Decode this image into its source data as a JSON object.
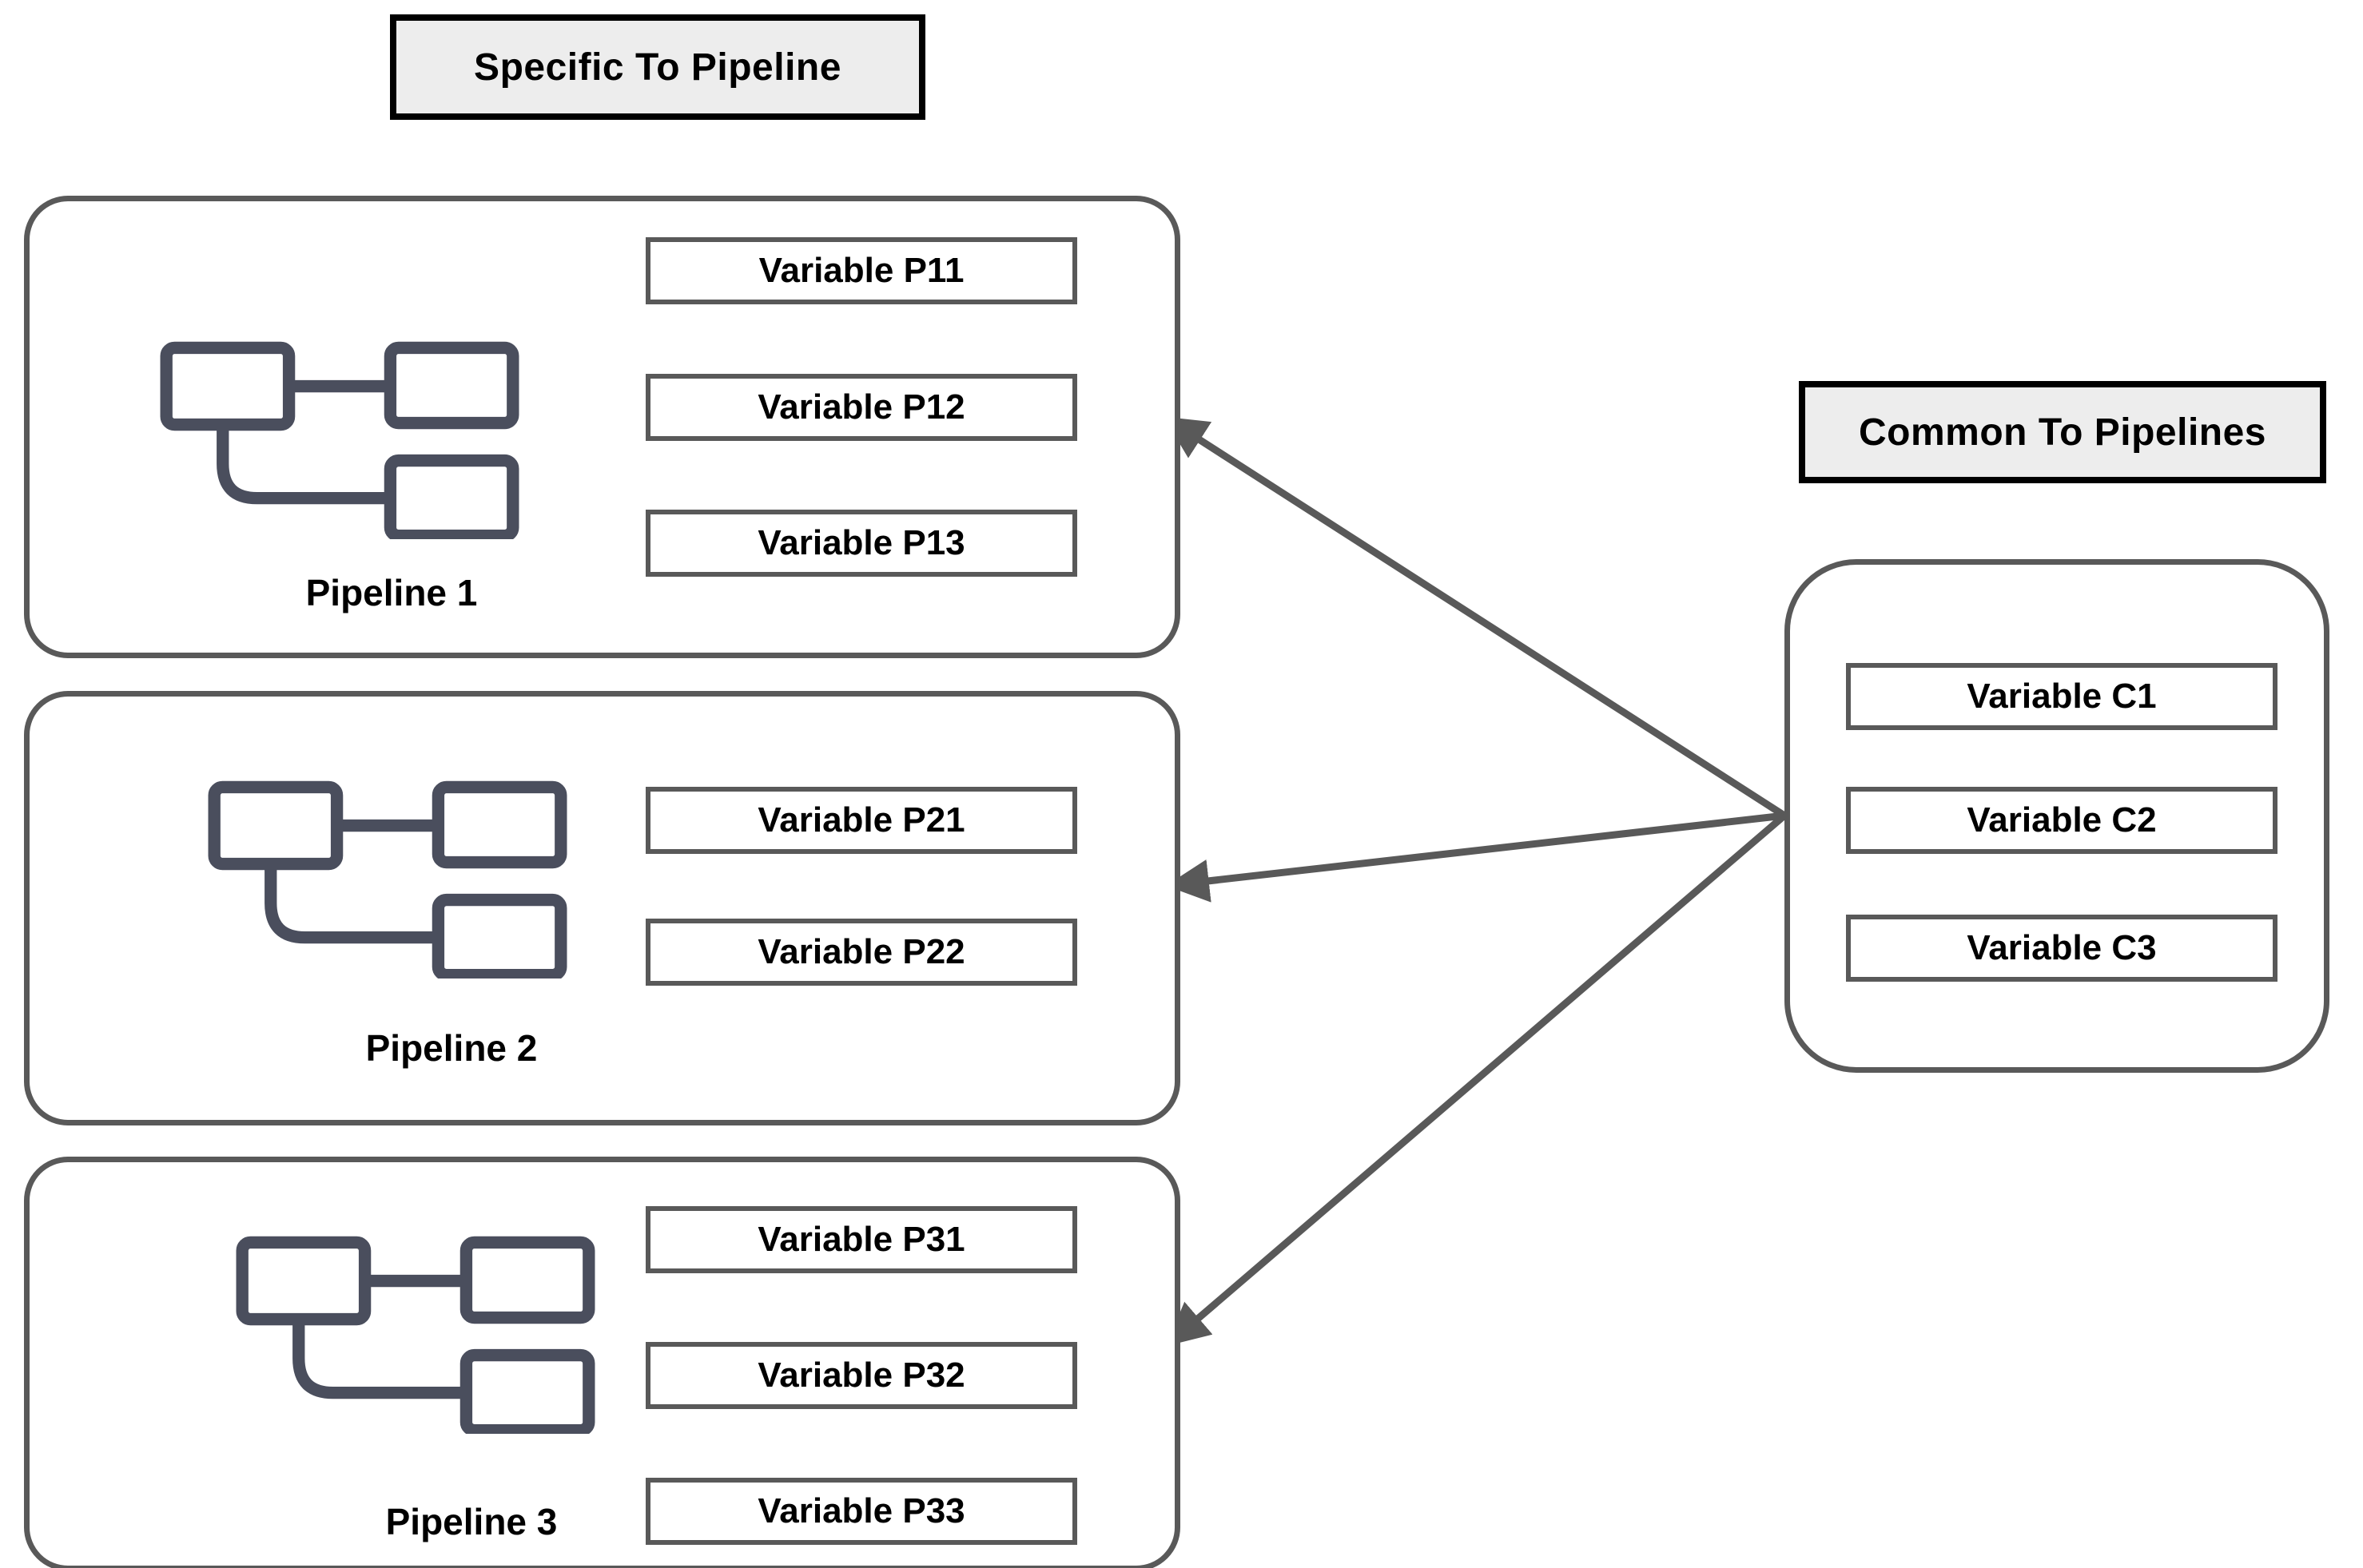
{
  "diagram": {
    "specific_header": "Specific To Pipeline",
    "common_header": "Common To Pipelines",
    "pipelines": [
      {
        "label": "Pipeline 1",
        "variables": [
          "Variable P11",
          "Variable P12",
          "Variable P13"
        ]
      },
      {
        "label": "Pipeline 2",
        "variables": [
          "Variable P21",
          "Variable P22"
        ]
      },
      {
        "label": "Pipeline 3",
        "variables": [
          "Variable P31",
          "Variable P32",
          "Variable P33"
        ]
      }
    ],
    "common": {
      "variables": [
        "Variable C1",
        "Variable C2",
        "Variable C3"
      ]
    },
    "icons": {
      "pipeline_icon": "flowchart-icon",
      "arrowhead": "arrowhead-icon"
    },
    "colors": {
      "box_border": "#595959",
      "arrow": "#595959",
      "icon": "#4a4e5d",
      "header_bg": "#ededed",
      "header_border": "#000000",
      "text": "#000000",
      "background": "#ffffff"
    }
  }
}
